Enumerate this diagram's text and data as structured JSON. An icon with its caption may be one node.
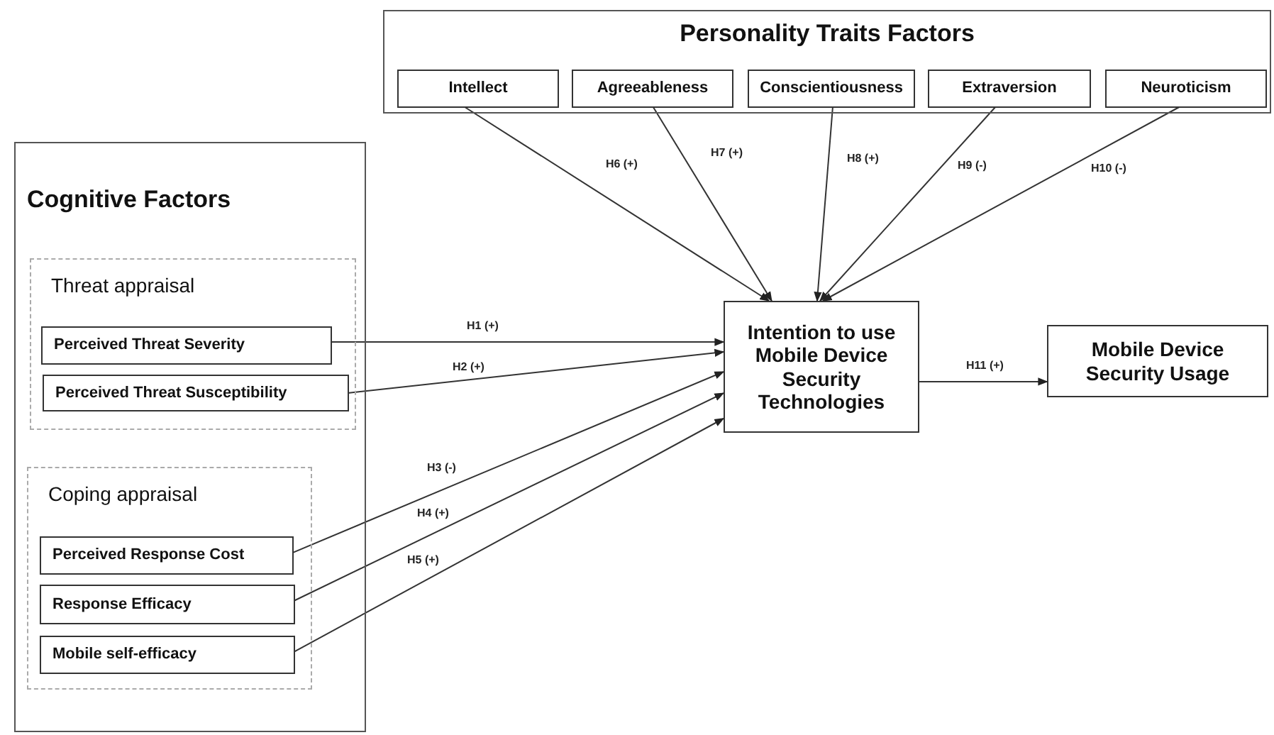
{
  "diagram": {
    "nodes": [
      {
        "text": [
          "Personality Traits Factors"
        ]
      },
      {
        "text": [
          "Intellect"
        ],
        "in": 0
      },
      {
        "text": [
          "Agreeableness"
        ],
        "in": 0
      },
      {
        "text": [
          "Conscientiousness"
        ],
        "in": 0
      },
      {
        "text": [
          "Extraversion"
        ],
        "in": 0
      },
      {
        "text": [
          "Neuroticism"
        ],
        "in": 0
      },
      {
        "text": [
          "Cognitive Factors"
        ]
      },
      {
        "text": [
          "Threat appraisal"
        ],
        "in": 6
      },
      {
        "text": [
          "Perceived Threat Severity"
        ],
        "in": 7
      },
      {
        "text": [
          "Perceived Threat Susceptibility"
        ],
        "in": 7
      },
      {
        "text": [
          "Coping appraisal"
        ],
        "in": 6
      },
      {
        "text": [
          "Perceived Response Cost"
        ],
        "in": 10
      },
      {
        "text": [
          "Response Efficacy"
        ],
        "in": 10
      },
      {
        "text": [
          "Mobile self-efficacy"
        ],
        "in": 10
      },
      {
        "text": [
          "Intention to use Mobile Device Security Technologies"
        ]
      },
      {
        "text": [
          "Mobile Device Security Usage"
        ]
      }
    ],
    "edges": [
      {
        "from": 1,
        "to": 14,
        "arrow": "to",
        "label": "H6 (+)"
      },
      {
        "from": 2,
        "to": 14,
        "arrow": "to",
        "label": "H7 (+)"
      },
      {
        "from": 3,
        "to": 14,
        "arrow": "to",
        "label": "H8 (+)"
      },
      {
        "from": 4,
        "to": 14,
        "arrow": "to",
        "label": "H9 (-)"
      },
      {
        "from": 5,
        "to": 14,
        "arrow": "to",
        "label": "H10 (-)"
      },
      {
        "from": 8,
        "to": 14,
        "arrow": "to",
        "label": "H1 (+)"
      },
      {
        "from": 9,
        "to": 14,
        "arrow": "to",
        "label": "H2 (+)"
      },
      {
        "from": 11,
        "to": 14,
        "arrow": "to",
        "label": "H3 (-)"
      },
      {
        "from": 12,
        "to": 14,
        "arrow": "to",
        "label": "H4 (+)"
      },
      {
        "from": 13,
        "to": 14,
        "arrow": "to",
        "label": "H5 (+)"
      },
      {
        "from": 14,
        "to": 15,
        "arrow": "to",
        "label": "H11 (+)"
      }
    ]
  }
}
